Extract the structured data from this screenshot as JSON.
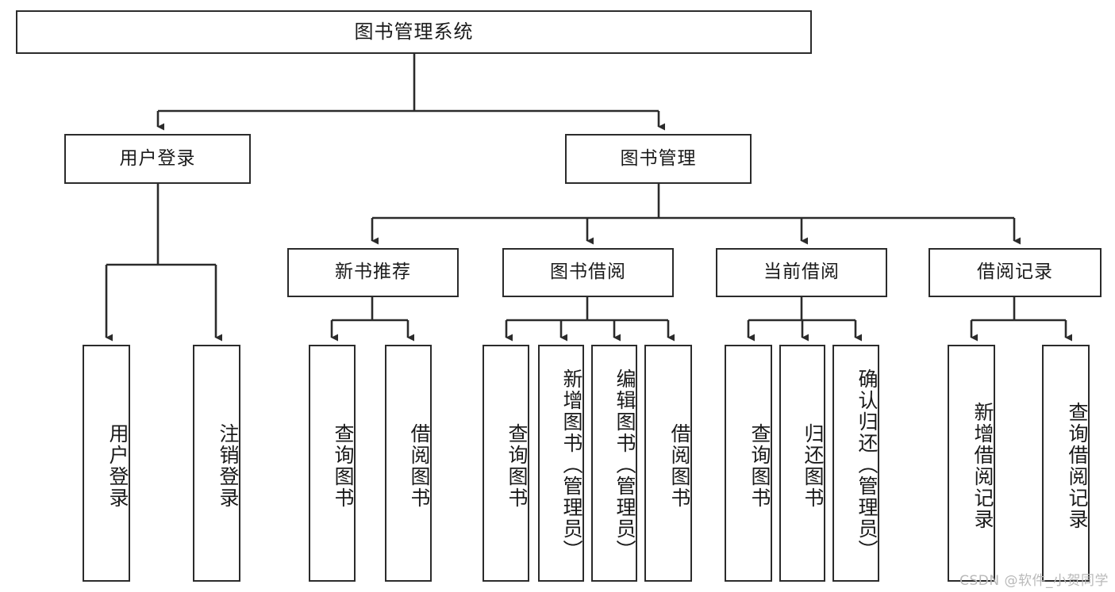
{
  "diagram": {
    "title": "图书管理系统",
    "watermark": "CSDN @软件_小贺同学",
    "colors": {
      "box_border": "#2b2b2b",
      "box_fill": "#ffffff",
      "connector": "#2b2b2b",
      "text": "#1a1a1a",
      "watermark": "#b9b9b9"
    },
    "levels": {
      "root": {
        "label": "图书管理系统"
      },
      "level2": [
        {
          "label": "用户登录"
        },
        {
          "label": "图书管理"
        }
      ],
      "level3": [
        {
          "label": "新书推荐"
        },
        {
          "label": "图书借阅"
        },
        {
          "label": "当前借阅"
        },
        {
          "label": "借阅记录"
        }
      ],
      "leaves": {
        "user_login": [
          {
            "label": "用户登录"
          },
          {
            "label": "注销登录"
          }
        ],
        "new_book_recommend": [
          {
            "label": "查询图书"
          },
          {
            "label": "借阅图书"
          }
        ],
        "book_borrow": [
          {
            "label": "查询图书"
          },
          {
            "label": "新增图书（管理员）"
          },
          {
            "label": "编辑图书（管理员）"
          },
          {
            "label": "借阅图书"
          }
        ],
        "current_borrow": [
          {
            "label": "查询图书"
          },
          {
            "label": "归还图书"
          },
          {
            "label": "确认归还（管理员）"
          }
        ],
        "borrow_record": [
          {
            "label": "新增借阅记录"
          },
          {
            "label": "查询借阅记录"
          }
        ]
      }
    }
  }
}
